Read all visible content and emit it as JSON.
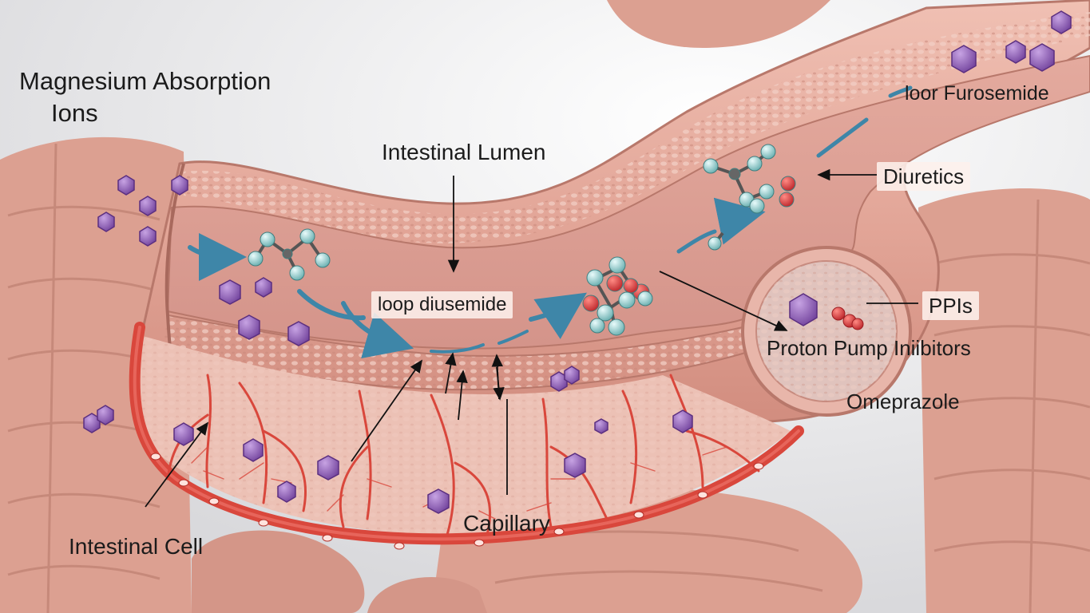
{
  "title": {
    "line1": "Magnesium Absorption",
    "line2": "Ions"
  },
  "labels": {
    "intestinal_lumen": "Intestinal Lumen",
    "loop_diusemide": "loop diusemide",
    "loor_furosemide": "loor Furosemide",
    "diuretics": "Diuretics",
    "ppis": "PPIs",
    "proton_pump_inhibitors": "Proton Pump Iniibitors",
    "omeprazole": "Omeprazole",
    "capillary": "Capillary",
    "intestinal_cell": "Intestinal Cell"
  },
  "colors": {
    "background": "#e9e9ea",
    "tissue": "#e5ada0",
    "tissue_dark": "#c98577",
    "lumen": "#d99b8f",
    "blood_vessel": "#d9473c",
    "magnesium_ion": "#8e5bb5",
    "molecule_atom": "#8fcfcf",
    "oxygen_atom": "#e0383c",
    "flow_arrow": "#3e86a8"
  },
  "icons": {
    "ion": "purple-hexagon-ion",
    "molecule": "ball-and-stick-molecule",
    "flow": "curved-blue-arrow"
  }
}
